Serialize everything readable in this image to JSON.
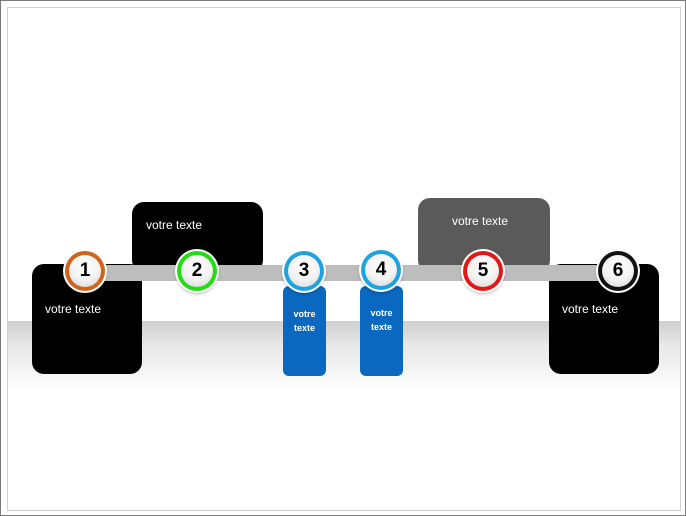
{
  "steps": [
    {
      "number": "1",
      "label": "votre texte",
      "ring_color": "#d0641a"
    },
    {
      "number": "2",
      "label": "votre texte",
      "ring_color": "#22dd11"
    },
    {
      "number": "3",
      "label_line1": "votre",
      "label_line2": "texte",
      "ring_color": "#1ea2e0"
    },
    {
      "number": "4",
      "label_line1": "votre",
      "label_line2": "texte",
      "ring_color": "#1ea2e0"
    },
    {
      "number": "5",
      "label": "votre texte",
      "ring_color": "#e01818"
    },
    {
      "number": "6",
      "label": "votre texte",
      "ring_color": "#111111"
    }
  ],
  "colors": {
    "box_black": "#000000",
    "box_grey": "#5a5a5a",
    "box_blue": "#0a68c0",
    "track": "#bdbdbd"
  }
}
